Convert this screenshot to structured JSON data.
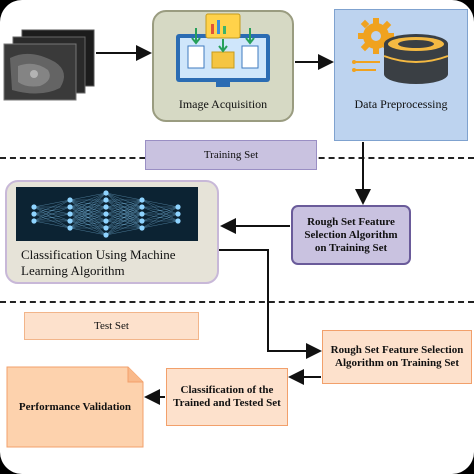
{
  "nodes": {
    "image_acquisition": "Image Acquisition",
    "data_preprocessing": "Data Preprocessing",
    "training_set": "Training Set",
    "rough_set_training": "Rough Set Feature Selection Algorithm on Training Set",
    "classification_ml": "Classification Using Machine Learning Algorithm",
    "test_set": "Test Set",
    "rough_set_training_2": "Rough Set Feature Selection Algorithm on Training Set",
    "classification_trained_tested": "Classification of the Trained and Tested Set",
    "performance_validation": "Performance Validation"
  },
  "colors": {
    "olive_box": "#d6d9c4",
    "blue_box": "#bdd3ef",
    "lavender_box": "#c9c2e0",
    "purple_border": "#6a5b9a",
    "peach_box": "#fde1cc",
    "orange_border": "#f2a06b",
    "nn_dark": "#0c2333",
    "nn_light": "#8fd4ff"
  },
  "icons": [
    "mammogram-stack-icon",
    "monitor-documents-icon",
    "gear-database-icon",
    "neural-network-icon"
  ]
}
